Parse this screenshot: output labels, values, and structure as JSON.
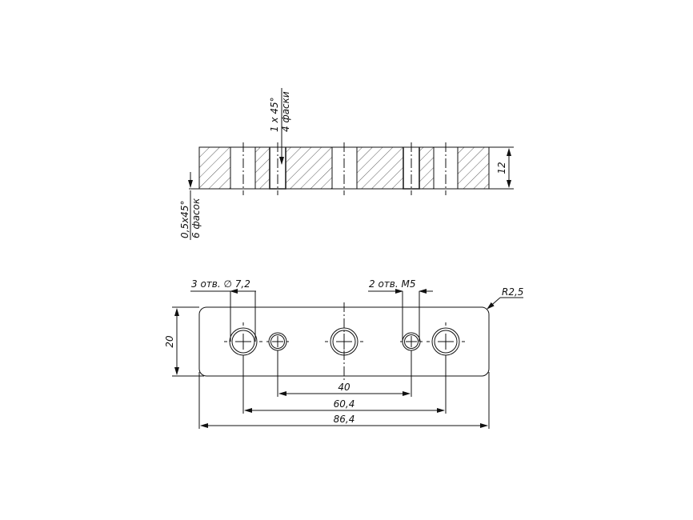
{
  "section_view": {
    "height_dim": "12",
    "chamfer_top_line1": "1 x 45°",
    "chamfer_top_line2": "4 фаски",
    "chamfer_bottom_line1": "0,5x45°",
    "chamfer_bottom_line2": "6 фасок"
  },
  "plan_view": {
    "holes_large_note": "3 отв. ∅ 7,2",
    "holes_thread_note": "2 отв. М5",
    "radius_note": "R2,5",
    "width_dim": "20",
    "dim_threaded_spacing": "40",
    "dim_large_spacing": "60,4",
    "dim_overall_length": "86,4"
  }
}
